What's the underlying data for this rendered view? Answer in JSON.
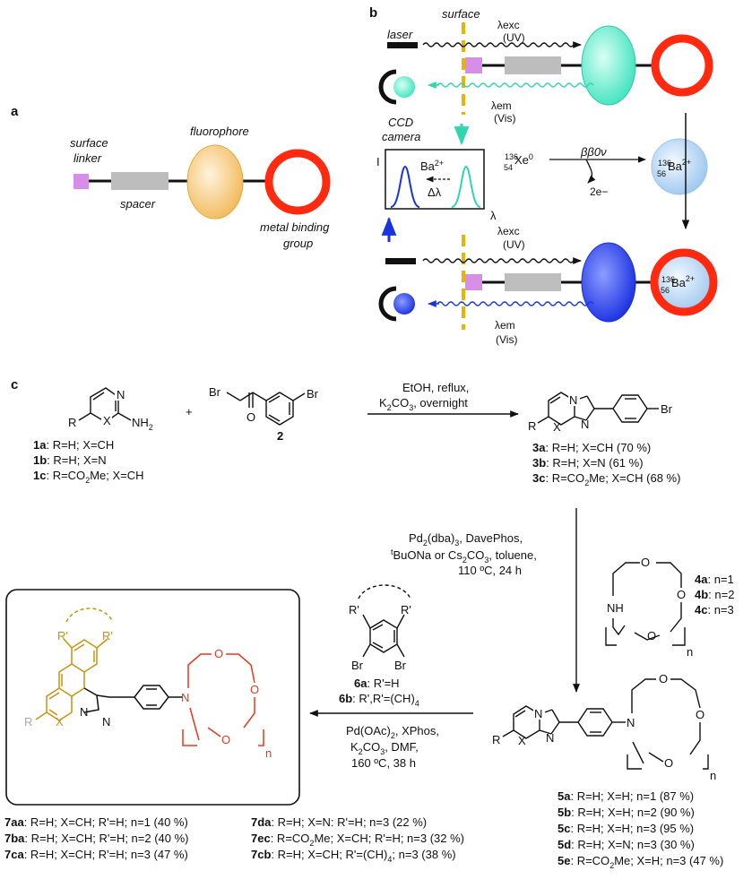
{
  "panel_a": {
    "label": "a",
    "surface_linker": [
      "surface",
      "linker"
    ],
    "spacer": "spacer",
    "fluorophore": "fluorophore",
    "metal_binding_group": [
      "metal binding",
      "group"
    ],
    "colors": {
      "linker": "#d78ee6",
      "spacer": "#bdbdbd",
      "fluorophore": "#f5c26b",
      "ring": "#ff2a10"
    }
  },
  "panel_b": {
    "label": "b",
    "laser": "laser",
    "surface": "surface",
    "lambda_exc": "λexc",
    "uv": "(UV)",
    "lambda_em": "λem",
    "vis": "(Vis)",
    "ccd": [
      "CCD",
      "camera"
    ],
    "spectrum_I": "I",
    "spectrum_lambda": "λ",
    "spectrum_ba": "Ba2+",
    "spectrum_shift": "Δλ",
    "decay_left": "136 54 Xe0",
    "decay_arrow": "ββ0ν",
    "decay_electrons": "2e−",
    "decay_product": "136 56 Ba2+",
    "colors": {
      "cyan": "#45e6c4",
      "blue": "#1734e0",
      "yellow": "#e8b400"
    }
  },
  "panel_c": {
    "label": "c",
    "cond1": [
      "EtOH, reflux,",
      "K2CO3, overnight"
    ],
    "cond2": [
      "Pd2(dba)3, DavePhos,",
      "tBuONa or Cs2CO3, toluene,",
      "110 ºC, 24 h"
    ],
    "cond3": [
      "Pd(OAc)2, XPhos,",
      "K2CO3, DMF,",
      "160 ºC, 38 h"
    ],
    "cmpd1": [
      "1a: R=H; X=CH",
      "1b: R=H; X=N",
      "1c: R=CO2Me; X=CH"
    ],
    "cmpd2": "2",
    "cmpd3": [
      "3a: R=H; X=CH (70 %)",
      "3b: R=H; X=N (61 %)",
      "3c: R=CO2Me; X=CH (68 %)"
    ],
    "cmpd4": [
      "4a: n=1",
      "4b: n=2",
      "4c: n=3"
    ],
    "cmpd5": [
      "5a: R=H; X=H; n=1 (87 %)",
      "5b: R=H; X=H; n=2 (90 %)",
      "5c: R=H; X=H; n=3 (95 %)",
      "5d: R=H; X=N; n=3 (30 %)",
      "5e: R=CO2Me; X=H; n=3 (47 %)"
    ],
    "cmpd6": [
      "6a: R'=H",
      "6b: R',R'=(CH)4"
    ],
    "cmpd7_left": [
      "7aa: R=H; X=CH; R'=H; n=1 (40 %)",
      "7ba: R=H; X=CH; R'=H; n=2 (40 %)",
      "7ca: R=H; X=CH; R'=H; n=3 (47 %)"
    ],
    "cmpd7_right": [
      "7da: R=H; X=N: R'=H; n=3 (22 %)",
      "7ec: R=CO2Me; X=CH; R'=H; n=3 (32 %)",
      "7cb: R=H; X=CH; R'=(CH)4; n=3 (38 %)"
    ],
    "atoms": {
      "N": "N",
      "NH2": "NH2",
      "R": "R",
      "X": "X",
      "Br": "Br",
      "O": "O",
      "NH": "NH",
      "n": "n",
      "Rp": "R'"
    },
    "colors": {
      "gold": "#c9920e",
      "red": "#e8391d",
      "grey": "#aaaaaa"
    }
  }
}
